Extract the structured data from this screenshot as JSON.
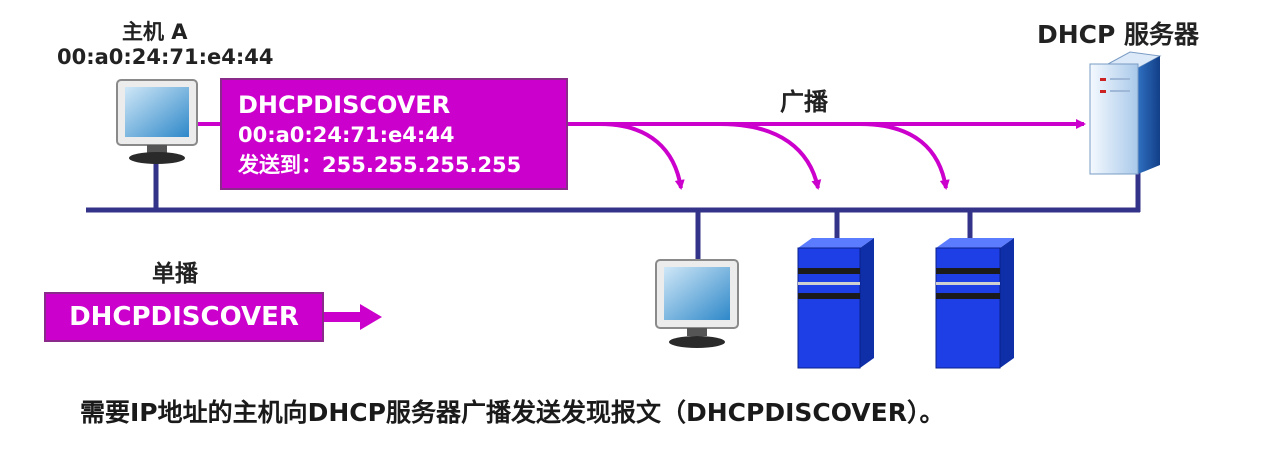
{
  "host_a": {
    "name": "主机 A",
    "mac": "00:a0:24:71:e4:44"
  },
  "server": {
    "label": "DHCP 服务器"
  },
  "message": {
    "title": "DHCPDISCOVER",
    "mac": "00:a0:24:71:e4:44",
    "dest": "发送到：255.255.255.255"
  },
  "broadcast_label": "广播",
  "unicast": {
    "label": "单播",
    "box": "DHCPDISCOVER"
  },
  "caption": "需要IP地址的主机向DHCP服务器广播发送发现报文（DHCPDISCOVER）。",
  "colors": {
    "magenta": "#cc00cc",
    "line": "#33338a",
    "server_blue": "#1f3fe6"
  },
  "icons": [
    "monitor-icon",
    "dhcp-server-icon",
    "server-tower-icon"
  ]
}
